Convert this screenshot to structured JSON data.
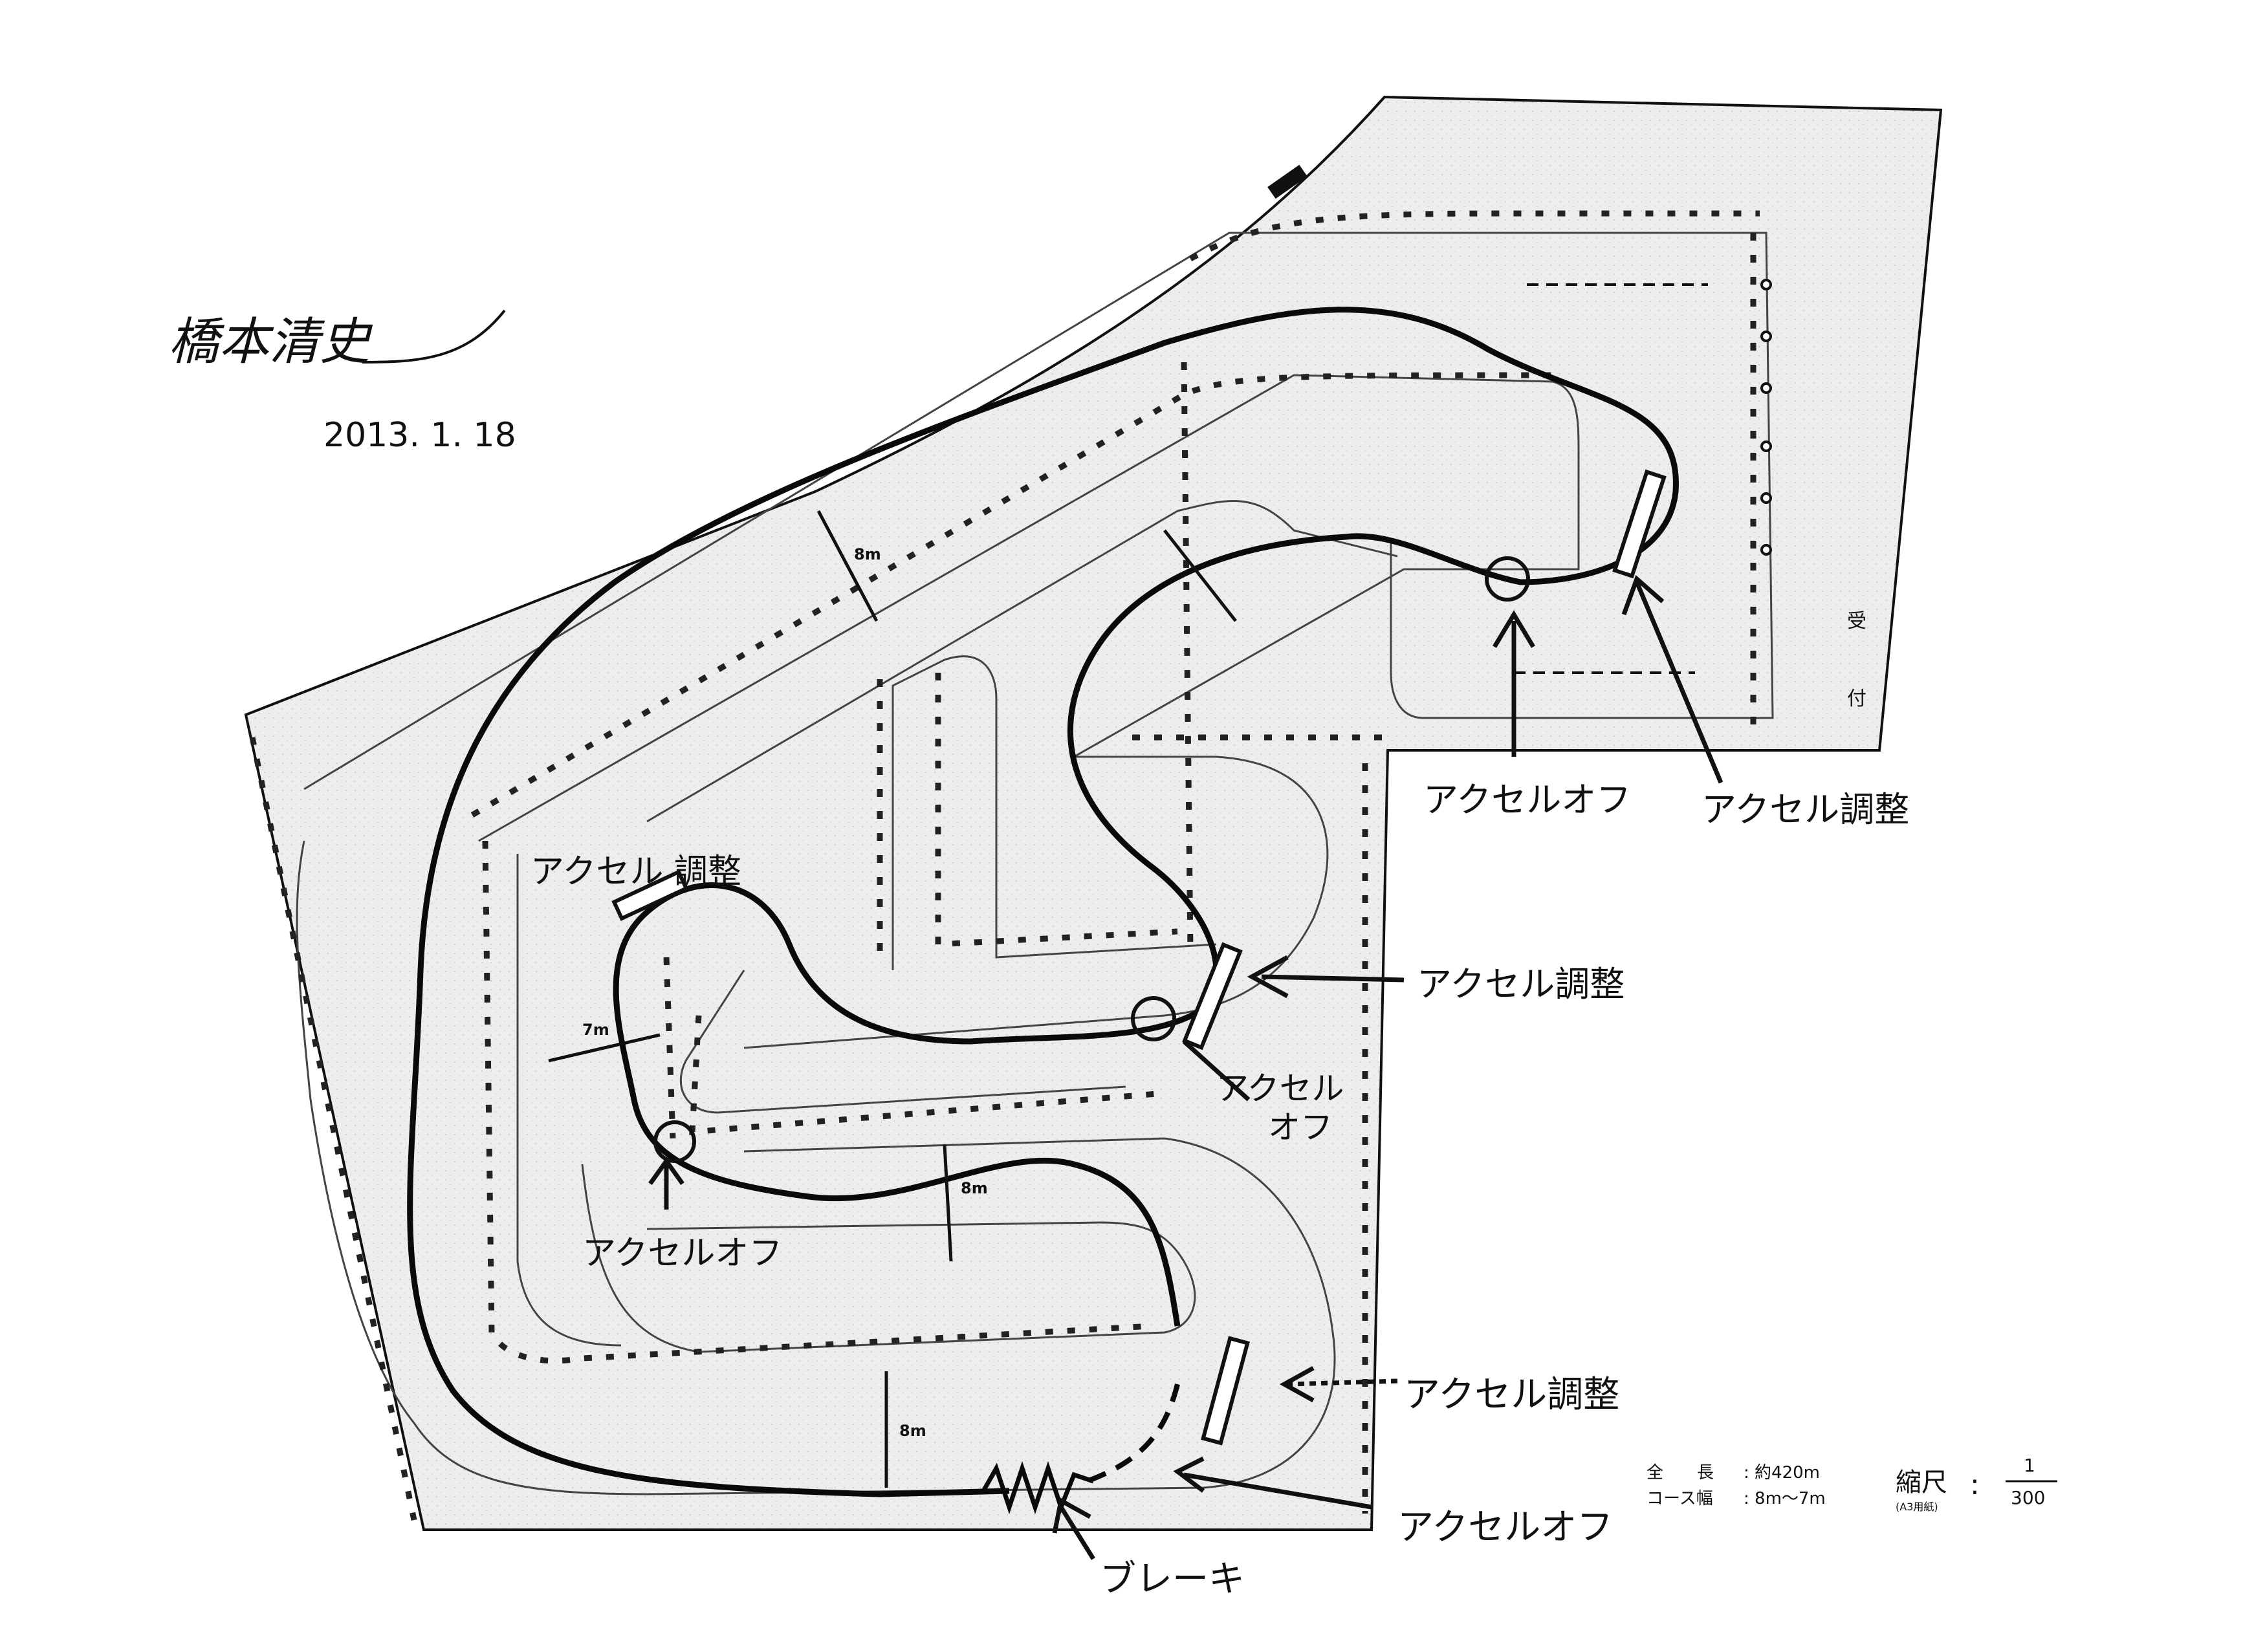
{
  "signature": "橋本清史",
  "date": "2013. 1. 18",
  "reception": [
    "受",
    "付"
  ],
  "width_markers": {
    "w1": "8m",
    "w2": "8m",
    "w3": "8m",
    "w4": "7m"
  },
  "annotations": {
    "accel_off_top_right": "アクセルオフ",
    "accel_adjust_top_right": "アクセル調整",
    "accel_adjust_left": "アクセル 調整",
    "accel_adjust_center": "アクセル調整",
    "accel_off_center": [
      "アクセル",
      "オフ"
    ],
    "accel_off_left": "アクセルオフ",
    "accel_adjust_bottom": "アクセル調整",
    "accel_off_bottom": "アクセルオフ",
    "brake": "ブレーキ"
  },
  "specs": {
    "total_length_label": "全　　長",
    "total_length_value": ": 約420m",
    "course_width_label": "コース幅",
    "course_width_value": ": 8m〜7m",
    "scale_label": "縮尺",
    "scale_sub": "(A3用紙)",
    "scale_num": "1",
    "scale_den": "300"
  },
  "colors": {
    "ink": "#111111",
    "gray_area": "#ececec",
    "thin_line": "#444444"
  }
}
